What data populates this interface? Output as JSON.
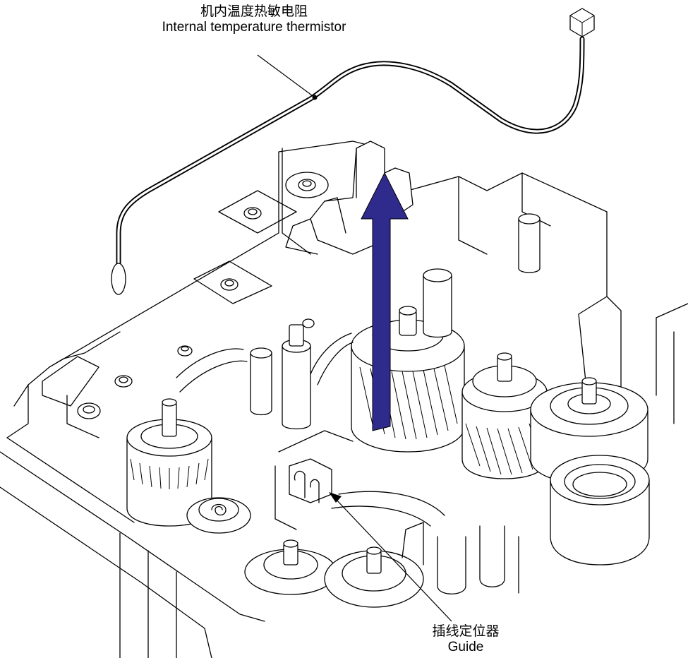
{
  "labels": {
    "thermistor_cn": "机内温度热敏电阻",
    "thermistor_en": "Internal temperature thermistor",
    "guide_cn": "插线定位器",
    "guide_en": "Guide"
  },
  "colors": {
    "arrow_fill": "#2e2b8c",
    "line": "#000000",
    "background": "#ffffff"
  },
  "arrow_direction": "up"
}
